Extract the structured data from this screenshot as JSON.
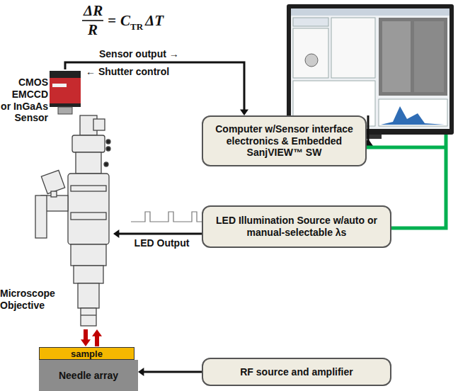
{
  "diagram": {
    "nodes": [
      {
        "text": [
          "CMOS EMCCD or InGaAs Sensor"
        ]
      },
      {
        "text": [
          "Computer w/Sensor interface electronics & Embedded SanjVIEW™ SW"
        ]
      },
      {
        "text": [
          "LED Illumination Source w/auto or manual-selectable λs"
        ]
      },
      {
        "text": [
          "Microscope Objective"
        ]
      },
      {
        "text": [
          "sample"
        ]
      },
      {
        "text": [
          "Needle array"
        ]
      },
      {
        "text": [
          "RF source and amplifier"
        ]
      }
    ],
    "edges": [
      {
        "from": 0,
        "to": 1,
        "arrow": "to"
      },
      {
        "from": 2,
        "to": 3,
        "label": "LED Output",
        "arrow": "to"
      },
      {
        "from": 3,
        "to": 4,
        "arrow": "to"
      },
      {
        "from": 4,
        "to": 3,
        "arrow": "to"
      },
      {
        "from": 6,
        "to": 5,
        "arrow": "to"
      }
    ],
    "labels": [
      "ΔR",
      "R",
      "=",
      "C",
      "TR",
      "ΔT",
      "Sensor output →",
      "← Shutter control"
    ]
  }
}
